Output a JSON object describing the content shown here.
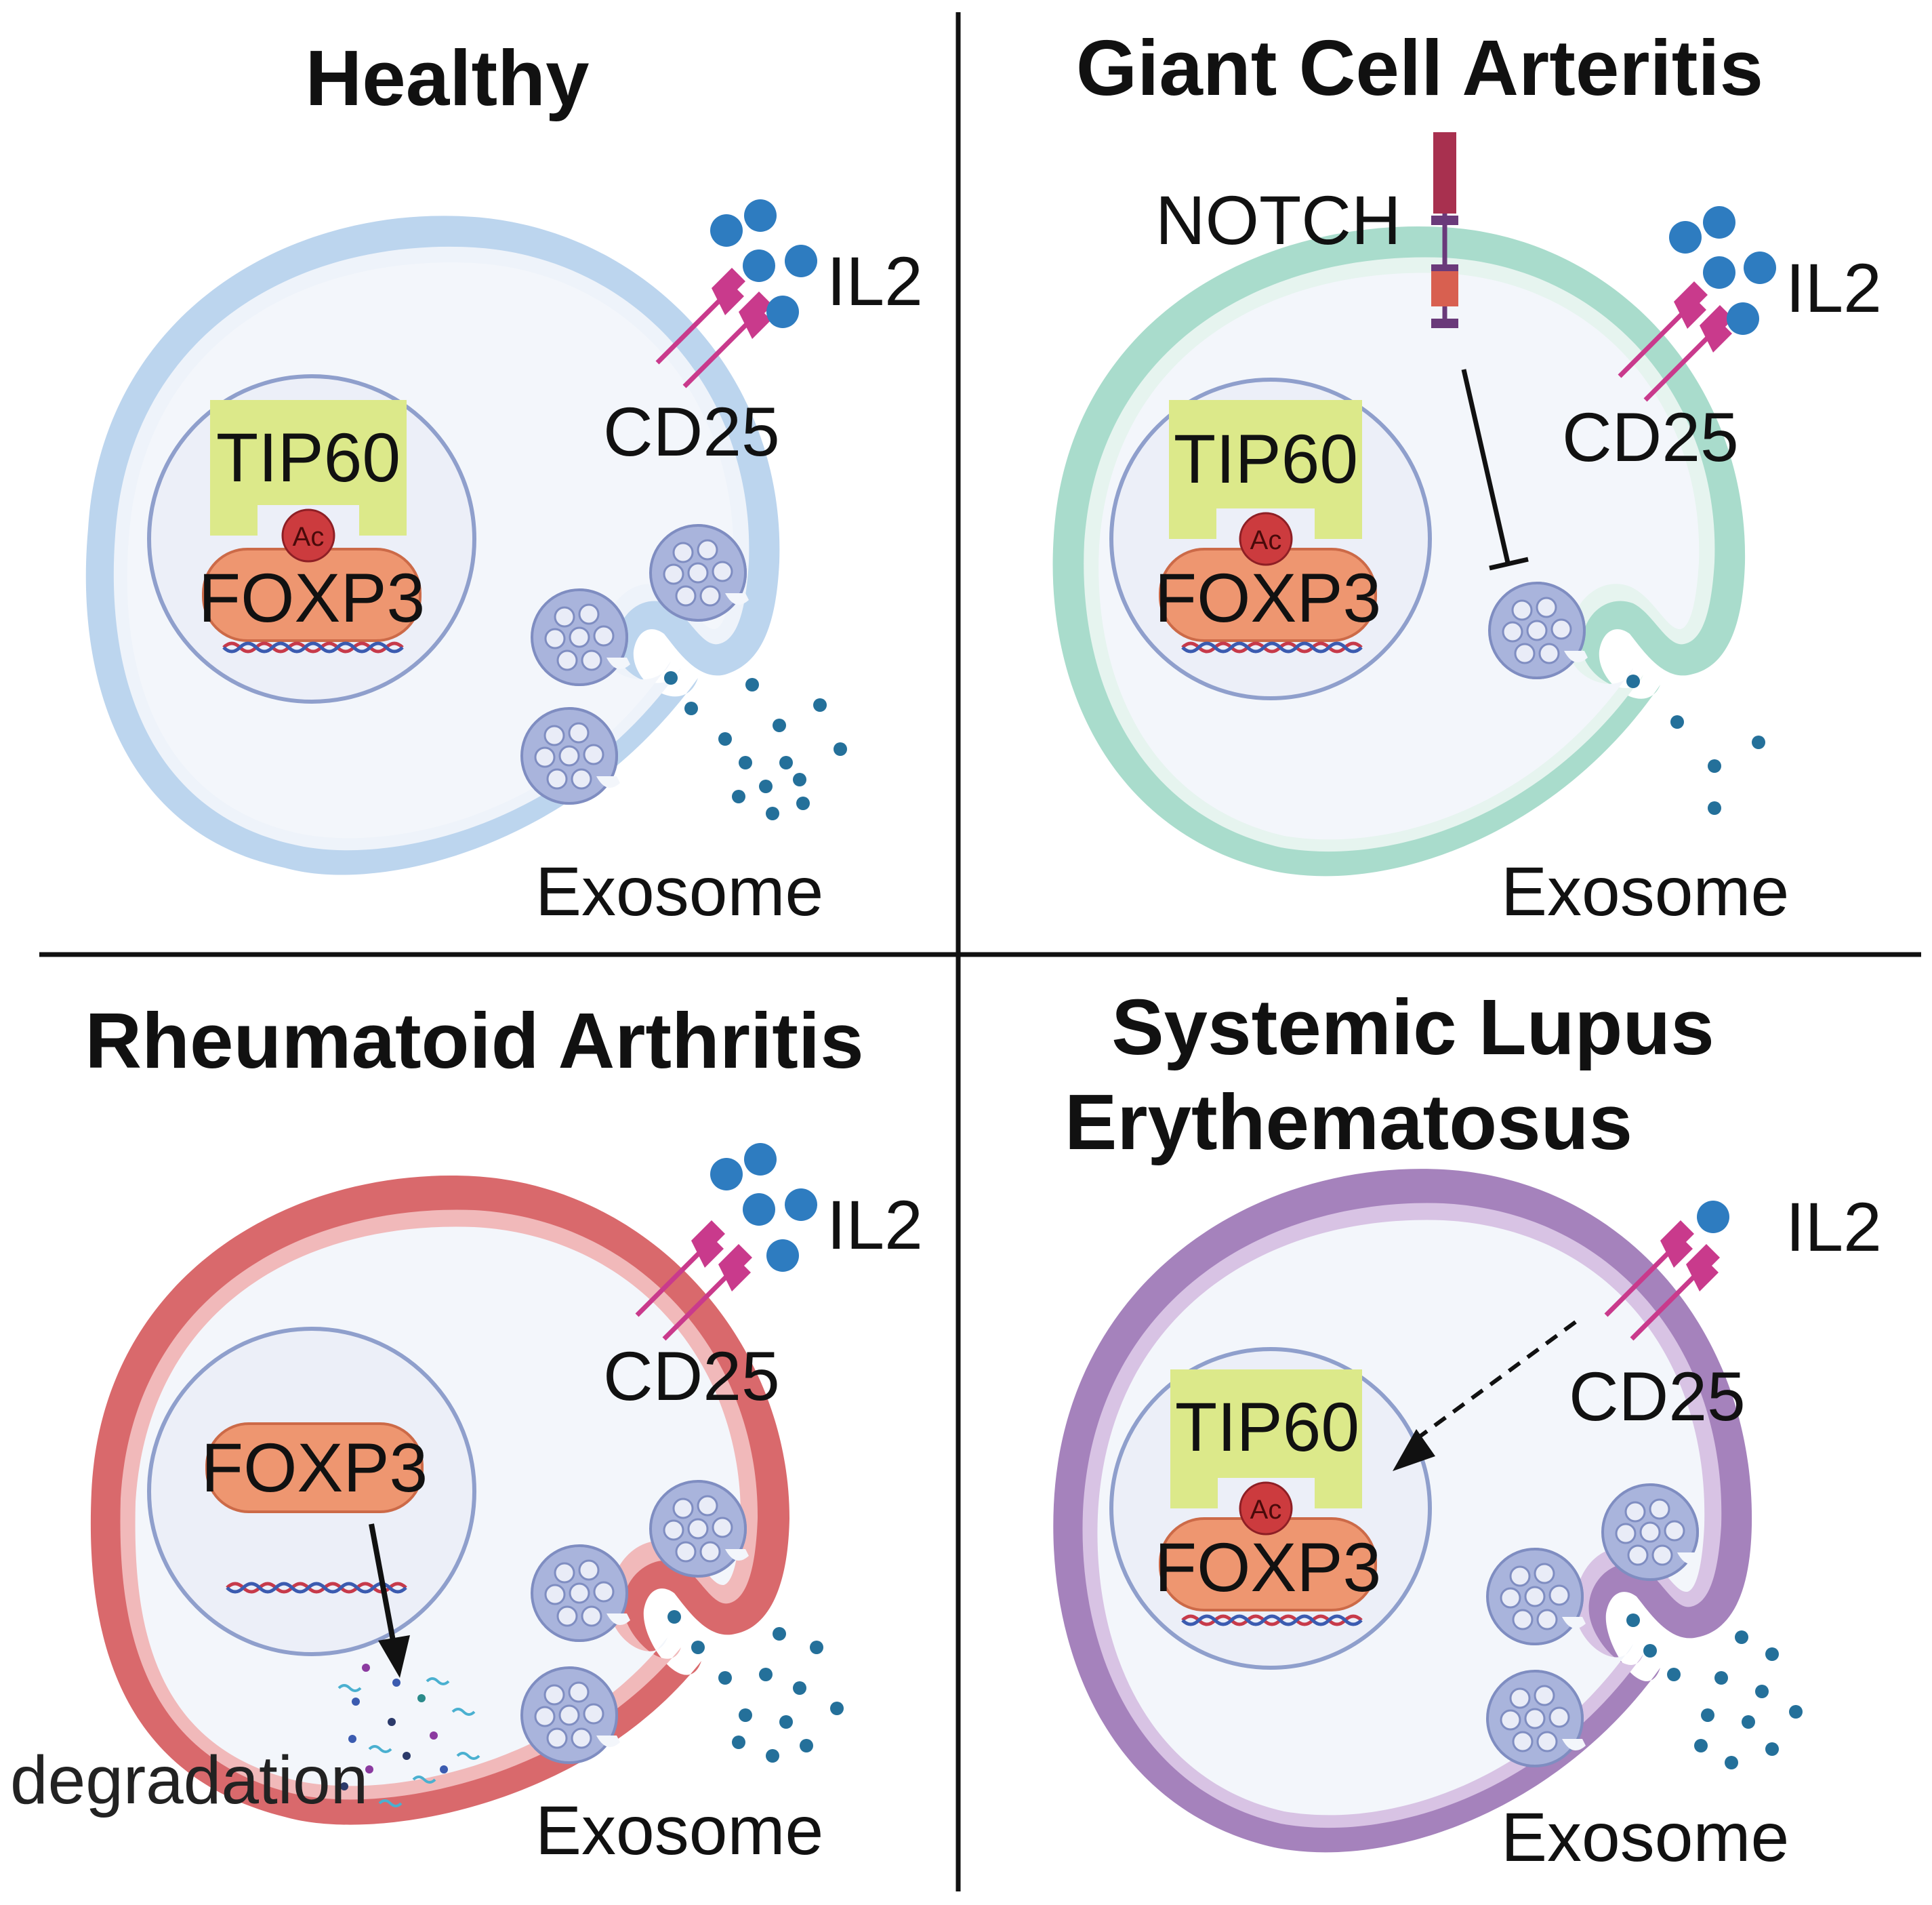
{
  "panels": [
    {
      "id": "healthy",
      "title": [
        "Healthy"
      ],
      "labels": {
        "il2": "IL2",
        "cd25": "CD25",
        "exosome": "Exosome",
        "tip60": "TIP60",
        "foxp3": "FOXP3",
        "ac": "Ac"
      },
      "membrane_color": "#bcd5ee",
      "features": [
        "tip60-acetylation",
        "three-exosomes",
        "il2-cluster"
      ]
    },
    {
      "id": "giant-cell-arteritis",
      "title": [
        "Giant Cell Arteritis"
      ],
      "labels": {
        "il2": "IL2",
        "cd25": "CD25",
        "exosome": "Exosome",
        "tip60": "TIP60",
        "foxp3": "FOXP3",
        "ac": "Ac",
        "notch": "NOTCH"
      },
      "membrane_color": "#a9dccc",
      "features": [
        "tip60-acetylation",
        "notch-inhibition",
        "one-exosome",
        "il2-cluster"
      ]
    },
    {
      "id": "rheumatoid-arthritis",
      "title": [
        "Rheumatoid Arthritis"
      ],
      "labels": {
        "il2": "IL2",
        "cd25": "CD25",
        "exosome": "Exosome",
        "foxp3": "FOXP3",
        "degradation": "degradation"
      },
      "membrane_color": "#d9696c",
      "features": [
        "foxp3-degradation",
        "three-exosomes",
        "il2-cluster"
      ]
    },
    {
      "id": "systemic-lupus-erythematosus",
      "title": [
        "Systemic Lupus",
        "Erythematosus"
      ],
      "labels": {
        "il2": "IL2",
        "cd25": "CD25",
        "exosome": "Exosome",
        "tip60": "TIP60",
        "foxp3": "FOXP3",
        "ac": "Ac"
      },
      "membrane_color": "#a582bc",
      "features": [
        "tip60-acetylation",
        "dashed-signal",
        "three-exosomes",
        "single-il2"
      ]
    }
  ],
  "colors": {
    "tip60": "#dce98a",
    "foxp3": "#ee9670",
    "acetyl": "#cc3b3e",
    "exosome": "#a9b4dc",
    "il2": "#2e7cc0",
    "cd25": "#c93a8c",
    "nucleus": "#8f9fcc",
    "cytoplasm": "#f3f6fb",
    "notch_upper": "#a8304f",
    "notch_lower": "#d86050",
    "divider": "#111111"
  }
}
